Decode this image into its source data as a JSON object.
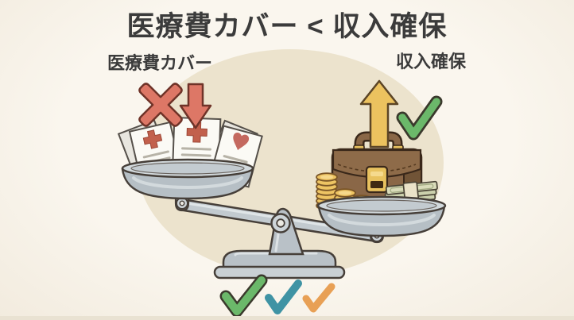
{
  "title": "医療費カバー < 収入確保",
  "comparison": {
    "left": {
      "label": "医療費カバー",
      "verdict_icons": [
        "x-mark",
        "arrow-down"
      ],
      "pan_items": [
        "medical-document-cross",
        "medical-document-cross-large",
        "medical-document-heart"
      ]
    },
    "right": {
      "label": "収入確保",
      "verdict_icons": [
        "arrow-up",
        "check-mark"
      ],
      "pan_items": [
        "briefcase",
        "coin-stacks",
        "banknote-stack"
      ]
    },
    "scale_tilt": "right-side-down"
  },
  "footer": {
    "checks": [
      "green",
      "teal",
      "orange"
    ]
  },
  "colors": {
    "negative": "#dd7766",
    "negative_outline": "#6f3328",
    "positive_green": "#6bb86a",
    "check_outline": "#3a392c",
    "arrow_up_gold": "#ecc25f",
    "arrow_up_outline": "#5c4526",
    "check_teal": "#3f93a4",
    "check_orange": "#e8a055",
    "background": "#f8f4ec",
    "background_circle": "#ece3cd",
    "metal": "#c2cacf",
    "briefcase_brown": "#8a6747",
    "coin_gold": "#eec463",
    "text": "#3b3b3b"
  }
}
